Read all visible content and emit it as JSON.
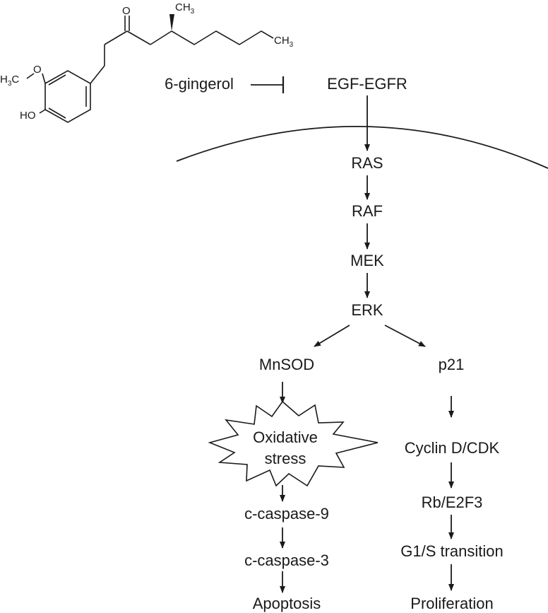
{
  "molecule": {
    "oxygen": "O",
    "methyl": "CH3",
    "terminal_methyl": "CH3",
    "methoxy_methyl": "H3C",
    "methoxy_oxygen": "O",
    "hydroxyl": "HO"
  },
  "inhibitor": "6-gingerol",
  "receptor": "EGF-EGFR",
  "cascade": [
    "RAS",
    "RAF",
    "MEK",
    "ERK"
  ],
  "left_branch": {
    "top": "MnSOD",
    "stress_line1": "Oxidative",
    "stress_line2": "stress",
    "steps": [
      "c-caspase-9",
      "c-caspase-3",
      "Apoptosis"
    ]
  },
  "right_branch": {
    "top": "p21",
    "steps": [
      "Cyclin D/CDK",
      "Rb/E2F3",
      "G1/S transition",
      "Proliferation"
    ]
  }
}
